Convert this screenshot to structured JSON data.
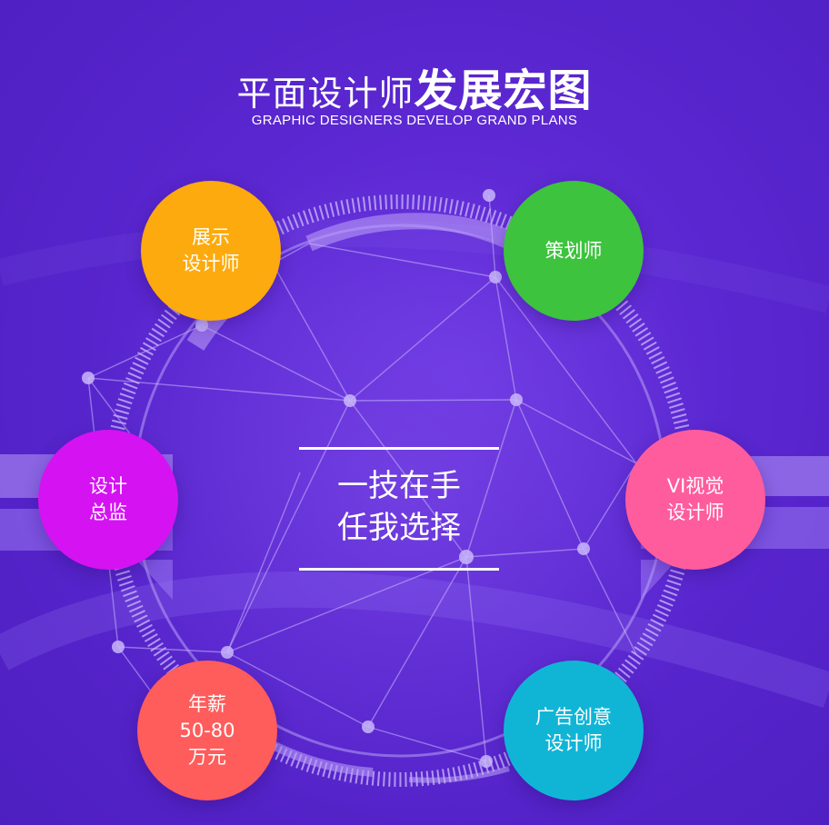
{
  "header": {
    "title_light": "平面设计师",
    "title_bold": "发展宏图",
    "subtitle": "GRAPHIC DESIGNERS DEVELOP GRAND PLANS"
  },
  "center": {
    "line1": "一技在手",
    "line2": "任我选择"
  },
  "circles": [
    {
      "id": "display-designer",
      "lines": [
        "展示",
        "设计师"
      ],
      "color": "#fcaa0d"
    },
    {
      "id": "planner",
      "lines": [
        "策划师"
      ],
      "color": "#3dc33d"
    },
    {
      "id": "design-director",
      "lines": [
        "设计",
        "总监"
      ],
      "color": "#d512f2"
    },
    {
      "id": "vi-designer",
      "lines": [
        "VI视觉",
        "设计师"
      ],
      "color": "#ff5c9e"
    },
    {
      "id": "salary",
      "lines": [
        "年薪",
        "50-80",
        "万元"
      ],
      "color": "#ff5c5c"
    },
    {
      "id": "ad-creative-designer",
      "lines": [
        "广告创意",
        "设计师"
      ],
      "color": "#10b5d6"
    }
  ]
}
